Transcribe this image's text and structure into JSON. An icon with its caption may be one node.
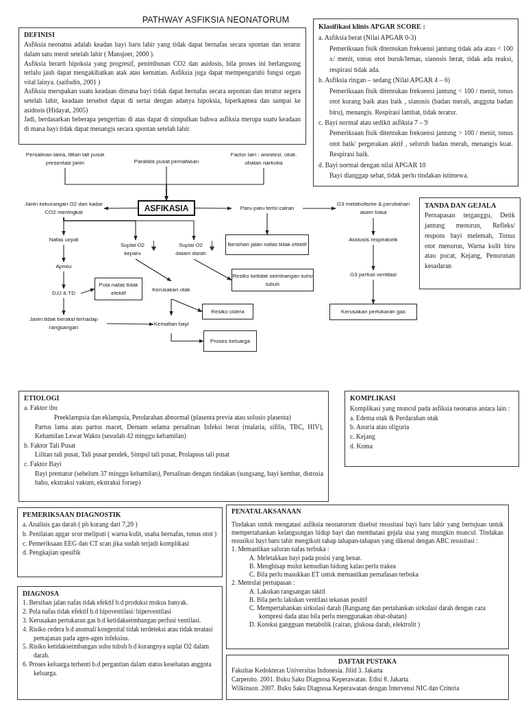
{
  "diagram": {
    "title": "PATHWAY ASFIKSIA NEONATORUM",
    "nodes": [
      {
        "text": [
          "DEFINISI",
          "Asfiksia neonatus adalah keadan bayi baru lahir yang tidak dapat bernafas secara spontan dan teratur dalam satu menit setelah lahir ( Mansjoer, 2000 ).",
          "Asfiksia berarti hipoksia yang progresif, penimbunan CO2 dan asidosis, bila proses ini berlangsung terlalu jauh dapat mengakibatkan atak atau kematian. Asfiksia juga dapat mempengaruhi fungsi organ vital lainya. (saifudin, 2001 )",
          "Asfiksia merupakan suatu keadaan dimana bayi tidak dapat bernafas secara sepontan dan teratur segera setelah lahir, keadaan tersebut dapat di sertai dengan adanya hipoksia, hiperkapnea dan sampai ke asidosis (Hidayat, 2005)",
          "Jadi, berdasarkan beberapa pengertian di atas dapat di simpulkan bahwa asfiksia merupa suatu keadaan di mana bayi tidak dapat menangis secara spontan setelah lahir."
        ]
      },
      {
        "text": [
          "Klasifikasi klinis APGAR SCORE :",
          "a. Asfiksia berat (Nilai APGAR 0-3)",
          "Pemeriksaan fisik ditemukan frekuensi jantung tidak ada atau < 100 x/ menit, tonus otot buruk/lemas, sianosis berat, tidak ada reaksi, respirasi tidak ada.",
          "b. Asfiksia ringan – sedang (Nilai APGAR 4 – 6)",
          "Pemeriksaan fisik ditemukan frekuensi jantung < 100 / menit, tonus otot kurang baik atau baik , sianosis (badan merah, anggota badan biru), menangis. Respirasi lambat, tidak teratur.",
          "c. Bayi normal atau sedikit asfiksia 7 – 9",
          "Pemeriksaan fisik ditemukan frekuensi jantung > 100 / menit, tonus otot baik/ pergerakan aktif , seluruh badan merah, menangis kuat. Respirasi baik.",
          "d. Bayi normal dengan nilai APGAR 10",
          "Bayi dianggap sehat, tidak perlu tindakan istimewa."
        ]
      },
      {
        "text": [
          "TANDA DAN GEJALA",
          "Pernapasan terganggu, Detik jantung menurun, Refleks/ respons bayi melemah, Tonus otot menurun, Warna kulit biru atau pucat, Kejang, Penurunan kesadaran"
        ]
      },
      {
        "text": [
          "Persalinan lama, lilitan tali pusat presentasi janin"
        ]
      },
      {
        "text": [
          "Paralisis pusat pernafasan"
        ]
      },
      {
        "text": [
          "Factor lain : anestesi, obat-obatan narkoba"
        ]
      },
      {
        "text": [
          "ASFIKASIA"
        ]
      },
      {
        "text": [
          "Janin kekurangan O2 dan kadar CO2 meningkat"
        ]
      },
      {
        "text": [
          "Paru-paru terisi cairan"
        ]
      },
      {
        "text": [
          "G3 metabolisme & perubahan asam basa"
        ]
      },
      {
        "text": [
          "Nafas cepat"
        ]
      },
      {
        "text": [
          "Suplai O2 keparu"
        ]
      },
      {
        "text": [
          "Suplai O2 dalam darah"
        ]
      },
      {
        "text": [
          "Bersihan jalan nafas tidak efektif"
        ]
      },
      {
        "text": [
          "Asidosis respiratorik"
        ]
      },
      {
        "text": [
          "Apneu"
        ]
      },
      {
        "text": [
          "Kerusakan otak"
        ]
      },
      {
        "text": [
          "Resiko ketidak seimbangan suhu tubuh"
        ]
      },
      {
        "text": [
          "G3 perfusi ventilasi"
        ]
      },
      {
        "text": [
          "DJJ & TD"
        ]
      },
      {
        "text": [
          "Pola nafas tidak efektif"
        ]
      },
      {
        "text": [
          "Resiko cidera"
        ]
      },
      {
        "text": [
          "Kerusakan pertukaran gas"
        ]
      },
      {
        "text": [
          "Janin tidak beraksi terhadap rangsangan"
        ]
      },
      {
        "text": [
          "Kematian bayi"
        ]
      },
      {
        "text": [
          "Proses keluarga"
        ]
      },
      {
        "text": [
          "ETIOLOGI",
          "a. Faktor ibu",
          "Preeklampsia dan eklampsia, Pendarahan abnormal (plasenta previa atau solusio plasenta)",
          "Partus lama atau partus macet, Demam selama persalinan Infeksi berat (malaria, sifilis, TBC, HIV), Kehamilan Lewat Waktu (sesudah 42 minggu kehamilan)",
          "b. Faktor Tali Pusat",
          "Lilitan tali pusat, Tali pusat pendek, Simpul tali pusat, Prolapsus tali pusat",
          "c. Faktor Bayi",
          "Bayi prematur (sebelum 37 minggu kehamilan), Persalinan dengan tindakan (sungsang, bayi kembar, distosia bahu, ekstraksi vakum, ekstraksi forsep)"
        ]
      },
      {
        "text": [
          "KOMPLIKASI",
          "Komplikasi yang muncul pada asfiksia neonatus antara lain :",
          "a. Edema otak & Perdarahan otak",
          "b. Anuria atau oliguria",
          "c. Kejang",
          "d. Koma"
        ]
      },
      {
        "text": [
          "PEMERIKSAAN DIAGNOSTIK",
          "a. Analisis gas darah ( ph kurang dari 7,20 )",
          "b. Penilaian apgar scor meliputi ( warna kulit, usaha bernafas, tonus otot )",
          "c. Pemeriksaan EEG dan CT scan jika sudah terjadi komplikasi",
          "d. Pengkajian spesifik"
        ]
      },
      {
        "text": [
          "PENATALAKSANAAN",
          "Tindakan untuk mengatasi asfiksia neonatorum disebut resusitasi bayi baru lahir yang bertujuan untuk mempertahankan kelangsungan hidup bayi dan membatasi gejala sisa yang mungkin muncul. Tindakan resusiksi bayi baru tahir mengikuti tahap tahapan-tahapan yang dikenal dengan ABC resusitasi :",
          "1. Memastikan saluran nafas terbuka :",
          "A. Meletakkan bayi pada posisi yang benar.",
          "B. Menghisap mulut kemudian hidung kalau perlu trakea",
          "C. Bila perlu masukkan ET untuk memastikan pernafasan terbuka",
          "2. Memulai pernapasan :",
          "A. Lakukan rangsangan taktil",
          "B. Bila perlu lakukan ventilasi tekanan positif",
          "C. Mempertahankan sirkulasi darah (Rangsang dan pertahankan sirkulasi darah dengan cara kompresi dada atau bila perlu menggunakan obat-obatan)",
          "D. Koreksi gangguan metabolik (cairan, glukosa darah, elektrolit )"
        ]
      },
      {
        "text": [
          "DIAGNOSA",
          "1. Bersihan jalan nafas tidak efektif b.d produksi mukus banyak.",
          "2. Pola nafas tidak efektif b.d hipoventilasi/ hiperventilasi",
          "3. Kerusakan pertukaran gas b.d ketidakseimbangan perfusi ventilasi.",
          "4. Risiko cedera b.d anomali kongenital tidak terdeteksi atau tidak teratasi pemajanan pada agen-agen infeksius.",
          "5. Risiko ketidakseimbangan suhu tubuh b.d kurangnya suplai O2 dalam darah.",
          "6. Proses keluarga terhenti b.d pergantian dalam status kesehatan anggota keluarga."
        ]
      },
      {
        "text": [
          "DAFTAR PUSTAKA",
          "Fakultas Kedokteran Universitas Indonesia. Jilid 3. Jakarta",
          "Carpenito. 2001. Buku Saku Diagnosa Keperawatan. Edisi 8. Jakarta",
          "Wilkinson. 2007. Buku Saku Diagnosa Keperawatan dengan Intervensi NIC dan Criteria"
        ]
      }
    ],
    "edges": [
      {
        "from": 3,
        "to": 6,
        "arrow": "to"
      },
      {
        "from": 4,
        "to": 6,
        "arrow": "to"
      },
      {
        "from": 5,
        "to": 6,
        "arrow": "to"
      },
      {
        "from": 6,
        "to": 7,
        "arrow": "to"
      },
      {
        "from": 6,
        "to": 8,
        "arrow": "to"
      },
      {
        "from": 8,
        "to": 9,
        "arrow": "to"
      },
      {
        "from": 7,
        "to": 10,
        "arrow": "to"
      },
      {
        "from": 7,
        "to": 11,
        "arrow": "to"
      },
      {
        "from": 7,
        "to": 12,
        "arrow": "to"
      },
      {
        "from": 8,
        "to": 13,
        "arrow": "to"
      },
      {
        "from": 9,
        "to": 14,
        "arrow": "to"
      },
      {
        "from": 14,
        "to": 18,
        "arrow": "to"
      },
      {
        "from": 18,
        "to": 22,
        "arrow": "to"
      },
      {
        "from": 10,
        "to": 15,
        "arrow": "to"
      },
      {
        "from": 15,
        "to": 19,
        "arrow": "to"
      },
      {
        "from": 19,
        "to": 23,
        "arrow": "to"
      },
      {
        "from": 19,
        "to": 20,
        "arrow": "to"
      },
      {
        "from": 11,
        "to": 16,
        "arrow": "to"
      },
      {
        "from": 12,
        "to": 17,
        "arrow": "to"
      },
      {
        "from": 16,
        "to": 24,
        "arrow": "to"
      },
      {
        "from": 16,
        "to": 21,
        "arrow": "to"
      },
      {
        "from": 23,
        "to": 24,
        "arrow": "to"
      },
      {
        "from": 24,
        "to": 25,
        "arrow": "to"
      }
    ]
  }
}
